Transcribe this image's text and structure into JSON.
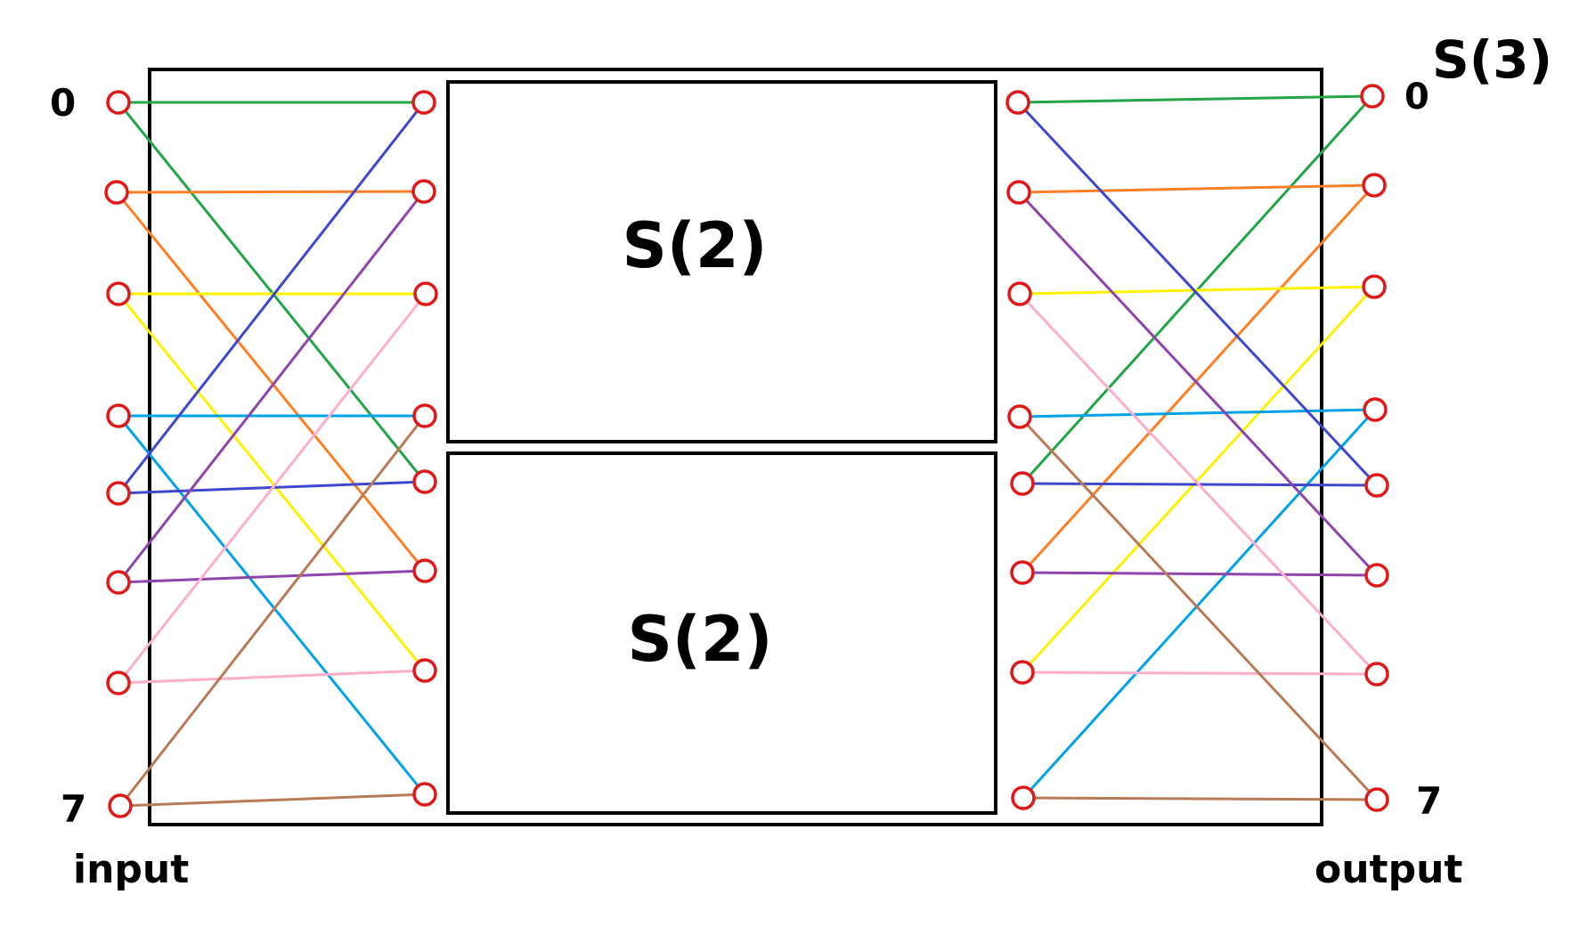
{
  "title": "S(3)",
  "inner_block_label": "S(2)",
  "input_label": "input",
  "output_label": "output",
  "index_labels": {
    "in_first": "0",
    "in_last": "7",
    "out_first": "0",
    "out_last": "7"
  },
  "node_count_per_column": 8,
  "colors": {
    "green": "#22a447",
    "orange": "#ff7f27",
    "yellow": "#fff200",
    "cyan": "#00a2e8",
    "blue": "#3f48cc",
    "purple": "#8e44ad",
    "pink": "#ffaec9",
    "brown": "#b97a57",
    "node_stroke": "#e01818"
  },
  "input_shuffle": [
    {
      "from": 0,
      "to": 4,
      "color": "green"
    },
    {
      "from": 0,
      "to": 0,
      "color": "green"
    },
    {
      "from": 1,
      "to": 1,
      "color": "orange"
    },
    {
      "from": 1,
      "to": 5,
      "color": "orange"
    },
    {
      "from": 2,
      "to": 2,
      "color": "yellow"
    },
    {
      "from": 2,
      "to": 6,
      "color": "yellow"
    },
    {
      "from": 3,
      "to": 3,
      "color": "cyan"
    },
    {
      "from": 3,
      "to": 7,
      "color": "cyan"
    },
    {
      "from": 4,
      "to": 0,
      "color": "blue"
    },
    {
      "from": 4,
      "to": 4,
      "color": "blue"
    },
    {
      "from": 5,
      "to": 1,
      "color": "purple"
    },
    {
      "from": 5,
      "to": 5,
      "color": "purple"
    },
    {
      "from": 6,
      "to": 2,
      "color": "pink"
    },
    {
      "from": 6,
      "to": 6,
      "color": "pink"
    },
    {
      "from": 7,
      "to": 3,
      "color": "brown"
    },
    {
      "from": 7,
      "to": 7,
      "color": "brown"
    }
  ],
  "output_shuffle": [
    {
      "from": 0,
      "to": 0,
      "color": "green"
    },
    {
      "from": 4,
      "to": 0,
      "color": "green"
    },
    {
      "from": 1,
      "to": 1,
      "color": "orange"
    },
    {
      "from": 5,
      "to": 1,
      "color": "orange"
    },
    {
      "from": 2,
      "to": 2,
      "color": "yellow"
    },
    {
      "from": 6,
      "to": 2,
      "color": "yellow"
    },
    {
      "from": 3,
      "to": 3,
      "color": "cyan"
    },
    {
      "from": 7,
      "to": 3,
      "color": "cyan"
    },
    {
      "from": 0,
      "to": 4,
      "color": "blue"
    },
    {
      "from": 4,
      "to": 4,
      "color": "blue"
    },
    {
      "from": 1,
      "to": 5,
      "color": "purple"
    },
    {
      "from": 5,
      "to": 5,
      "color": "purple"
    },
    {
      "from": 2,
      "to": 6,
      "color": "pink"
    },
    {
      "from": 6,
      "to": 6,
      "color": "pink"
    },
    {
      "from": 3,
      "to": 7,
      "color": "brown"
    },
    {
      "from": 7,
      "to": 7,
      "color": "brown"
    }
  ]
}
